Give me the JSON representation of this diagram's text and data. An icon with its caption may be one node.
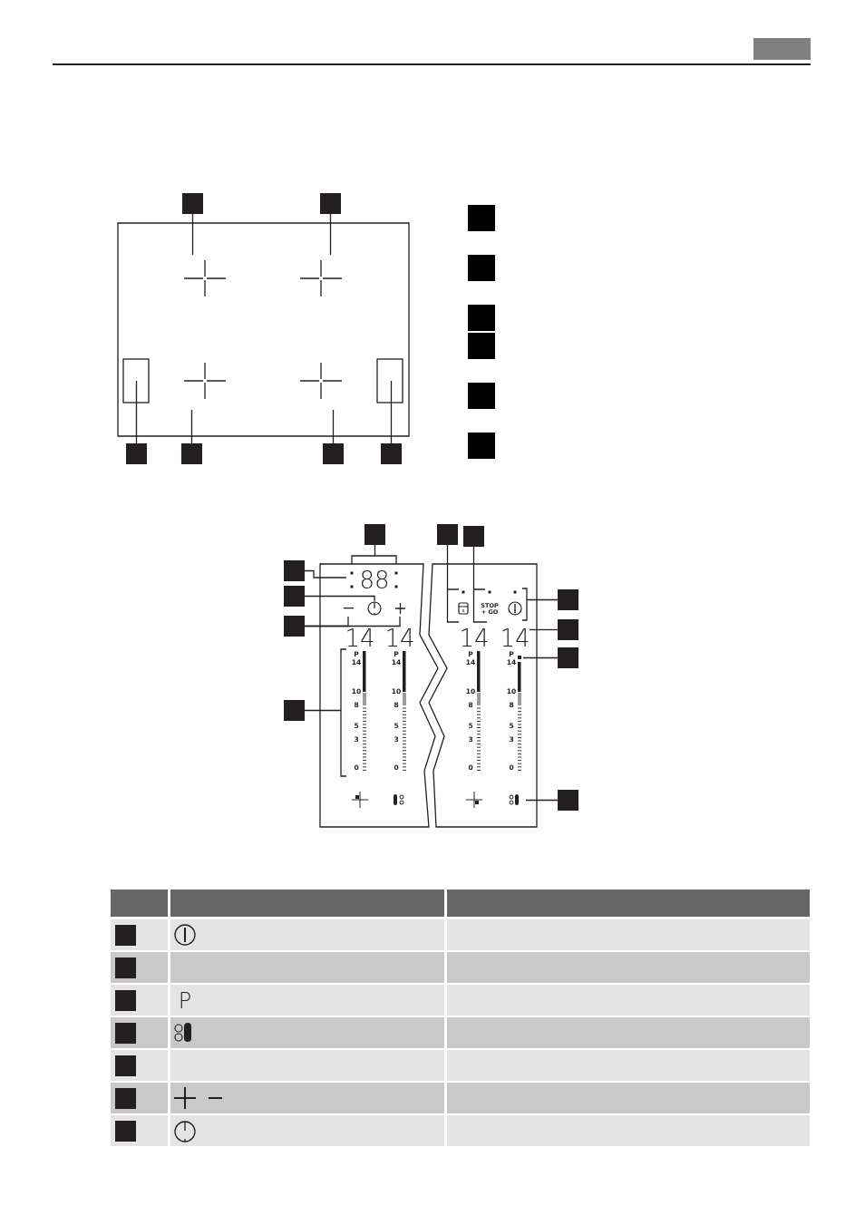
{
  "diagram": {
    "nodes": [
      {
        "text": [],
        "shape": "box"
      },
      {
        "text": [],
        "shape": "box"
      },
      {
        "text": [],
        "shape": "box"
      },
      {
        "text": [],
        "shape": "box"
      },
      {
        "text": [],
        "shape": "box"
      },
      {
        "text": [],
        "shape": "box"
      },
      {
        "text": [],
        "shape": "box"
      },
      {
        "text": [],
        "shape": "box"
      },
      {
        "text": [],
        "shape": "box"
      },
      {
        "text": [],
        "shape": "box"
      },
      {
        "text": [],
        "shape": "box"
      },
      {
        "text": [],
        "shape": "box"
      },
      {
        "text": [],
        "shape": "box"
      },
      {
        "text": [],
        "shape": "box"
      },
      {
        "text": [],
        "shape": "box"
      },
      {
        "text": [],
        "shape": "box"
      },
      {
        "text": [],
        "shape": "box"
      },
      {
        "text": [],
        "shape": "box"
      },
      {
        "text": [],
        "shape": "box"
      },
      {
        "text": [],
        "shape": "box"
      },
      {
        "text": [],
        "shape": "box"
      },
      {
        "text": [],
        "shape": "box"
      },
      {
        "text": [],
        "shape": "box"
      },
      {
        "text": [],
        "shape": "box"
      },
      {
        "text": [],
        "shape": "box"
      },
      {
        "text": [],
        "shape": "box"
      },
      {
        "text": [],
        "shape": "box"
      },
      {
        "text": [],
        "shape": "box"
      },
      {
        "text": [],
        "shape": "box"
      },
      {
        "text": [],
        "shape": "box"
      },
      {
        "text": [],
        "shape": "cross"
      },
      {
        "text": [],
        "shape": "cross"
      },
      {
        "text": [],
        "shape": "cross"
      },
      {
        "text": [],
        "shape": "cross"
      },
      {
        "text": [],
        "shape": "box"
      },
      {
        "text": [],
        "shape": "box"
      },
      {
        "text": [
          "88"
        ]
      },
      {
        "text": [],
        "shape": "circle"
      },
      {
        "text": [],
        "shape": "box"
      },
      {
        "text": [
          "STOP + GO"
        ]
      },
      {
        "text": [],
        "shape": "circle"
      },
      {
        "text": [
          "14"
        ]
      },
      {
        "text": [],
        "shape": "box"
      },
      {
        "text": [],
        "shape": "bar"
      },
      {
        "text": [],
        "shape": "line"
      },
      {
        "text": [],
        "shape": "cross"
      }
    ],
    "edges": [
      {
        "from": 0,
        "to": 30,
        "arrow": "none"
      },
      {
        "from": 1,
        "to": 31,
        "arrow": "none"
      },
      {
        "from": 2,
        "to": 34,
        "arrow": "none"
      },
      {
        "from": 3,
        "to": 32,
        "arrow": "none"
      },
      {
        "from": 4,
        "to": 33,
        "arrow": "none"
      },
      {
        "from": 5,
        "to": 35,
        "arrow": "none"
      },
      {
        "from": 12,
        "to": 36,
        "arrow": "none"
      },
      {
        "from": 13,
        "to": 36,
        "arrow": "none"
      },
      {
        "from": 14,
        "to": 37,
        "arrow": "none"
      },
      {
        "from": 15,
        "to": 44,
        "arrow": "none"
      },
      {
        "from": 15,
        "to": 45,
        "arrow": "none"
      },
      {
        "from": 16,
        "to": null,
        "arrow": "none"
      },
      {
        "from": 17,
        "to": 38,
        "arrow": "none"
      },
      {
        "from": 18,
        "to": 39,
        "arrow": "none"
      },
      {
        "from": 19,
        "to": 40,
        "arrow": "none"
      },
      {
        "from": 20,
        "to": 41,
        "arrow": "none"
      },
      {
        "from": 21,
        "to": 42,
        "arrow": "none"
      },
      {
        "from": 22,
        "to": 43,
        "arrow": "none"
      }
    ],
    "labels": [
      "14",
      "14",
      "14",
      "P",
      "14",
      "10",
      "8",
      "5",
      "3",
      "0",
      "P",
      "14",
      "10",
      "8",
      "5",
      "3",
      "0",
      "P",
      "14",
      "10",
      "8",
      "5",
      "3",
      "0",
      "P",
      "14",
      "10",
      "8",
      "5",
      "3",
      "0",
      "P"
    ]
  }
}
